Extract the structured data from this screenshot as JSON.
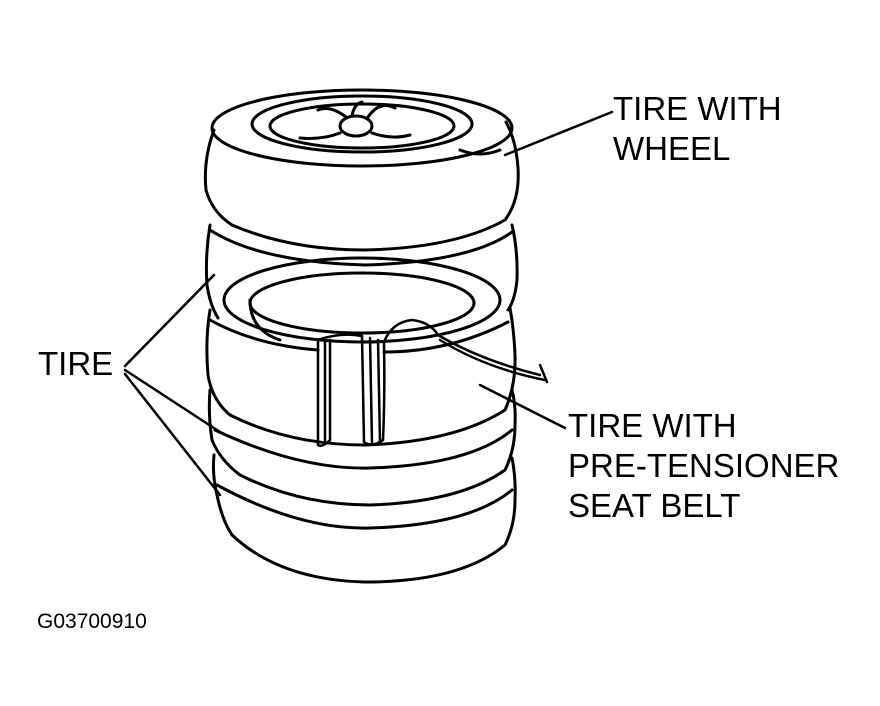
{
  "labels": {
    "tire_with_wheel": [
      "TIRE WITH",
      "WHEEL"
    ],
    "tire": "TIRE",
    "tire_with_seat_belt": [
      "TIRE WITH",
      "PRE-TENSIONER",
      "SEAT BELT"
    ]
  },
  "figure_code": "G03700910",
  "colors": {
    "ink": "#000000",
    "background": "#ffffff"
  }
}
